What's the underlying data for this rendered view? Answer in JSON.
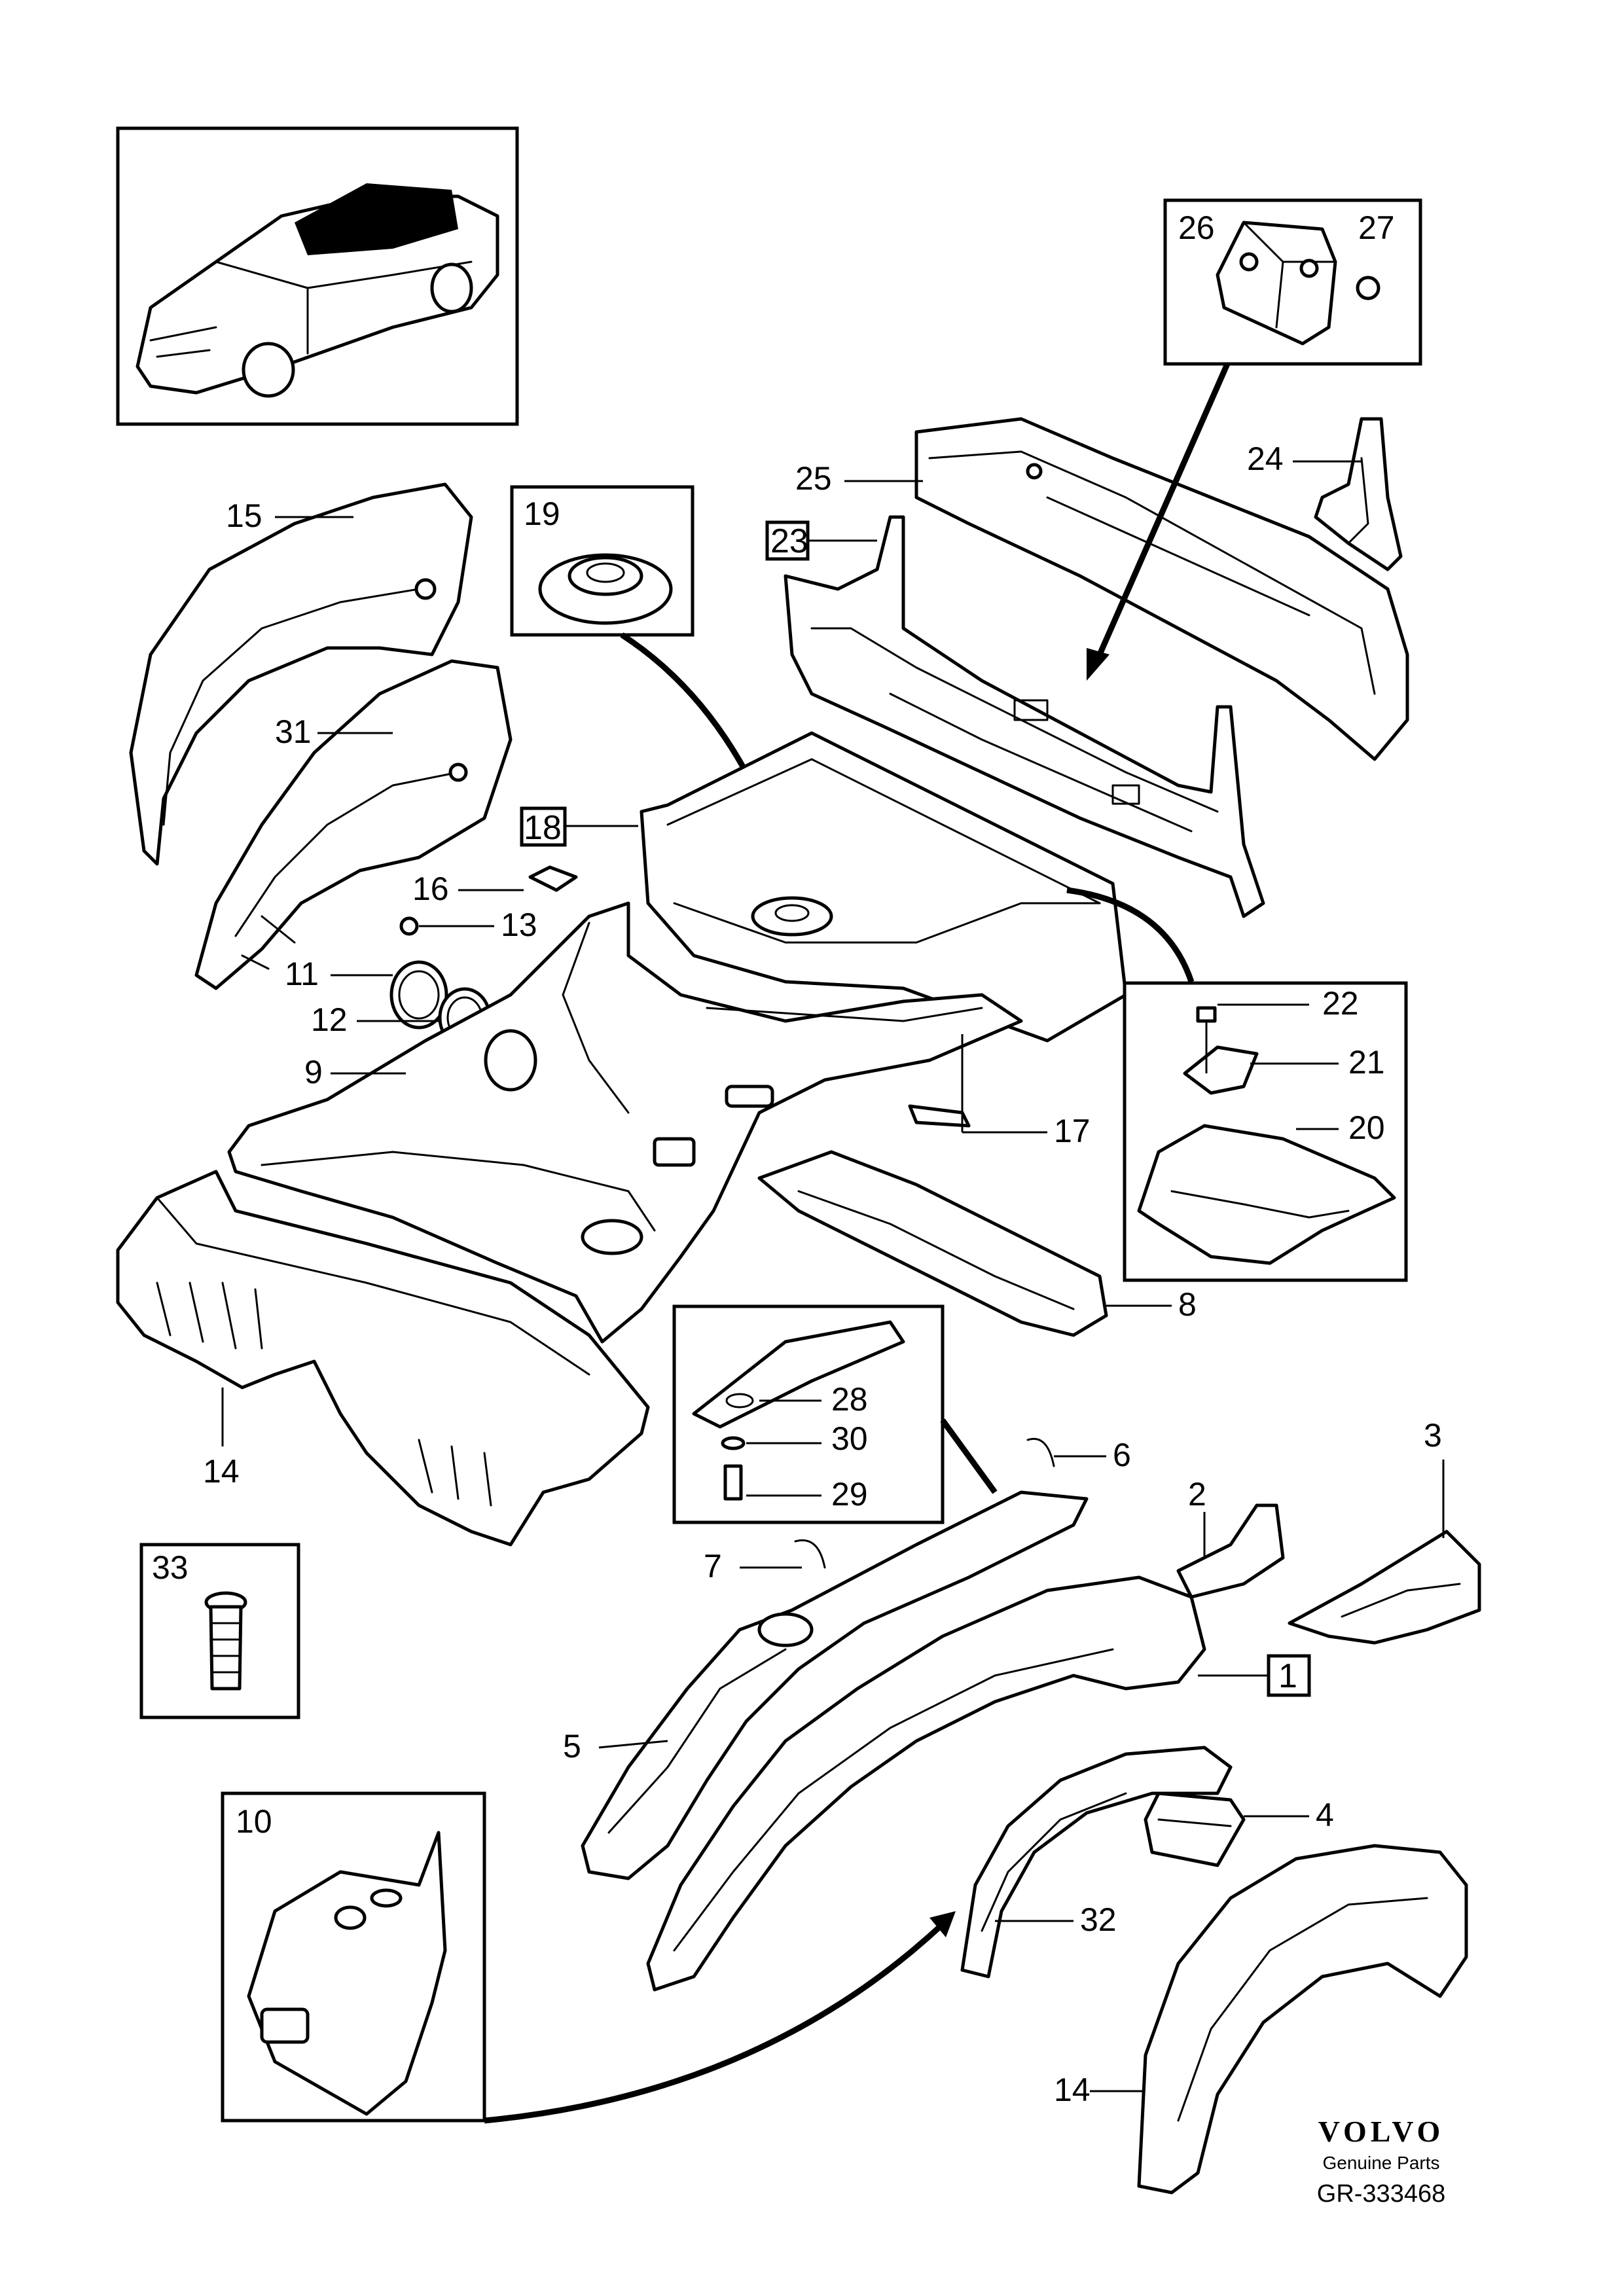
{
  "callouts": {
    "c1": "1",
    "c2": "2",
    "c3": "3",
    "c4": "4",
    "c5": "5",
    "c6": "6",
    "c7": "7",
    "c8": "8",
    "c9": "9",
    "c10": "10",
    "c11": "11",
    "c12": "12",
    "c13": "13",
    "c14a": "14",
    "c14b": "14",
    "c15": "15",
    "c16": "16",
    "c17": "17",
    "c18": "18",
    "c19": "19",
    "c20": "20",
    "c21": "21",
    "c22": "22",
    "c23": "23",
    "c24": "24",
    "c25": "25",
    "c26": "26",
    "c27": "27",
    "c28": "28",
    "c29": "29",
    "c30": "30",
    "c31": "31",
    "c32": "32",
    "c33": "33"
  },
  "brand": {
    "logo": "VOLVO",
    "subtitle": "Genuine Parts",
    "code": "GR-333468"
  }
}
